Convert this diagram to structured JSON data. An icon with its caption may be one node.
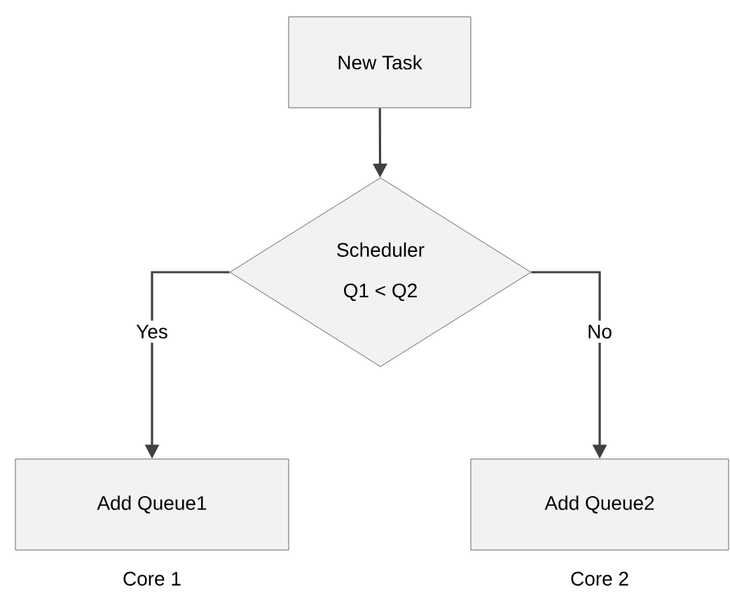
{
  "diagram": {
    "nodes": [
      {
        "text": [
          "New Task"
        ]
      },
      {
        "text": [
          "Scheduler",
          "Q1 < Q2"
        ]
      },
      {
        "text": [
          "Add Queue1"
        ],
        "beside": [
          "Core 1"
        ]
      },
      {
        "text": [
          "Add Queue2"
        ],
        "beside": [
          "Core 2"
        ]
      }
    ],
    "edges": [
      {
        "from": 0,
        "to": 1,
        "arrow": "to"
      },
      {
        "from": 1,
        "to": 2,
        "arrow": "to",
        "label": "Yes"
      },
      {
        "from": 1,
        "to": 3,
        "arrow": "to",
        "label": "No"
      }
    ]
  }
}
